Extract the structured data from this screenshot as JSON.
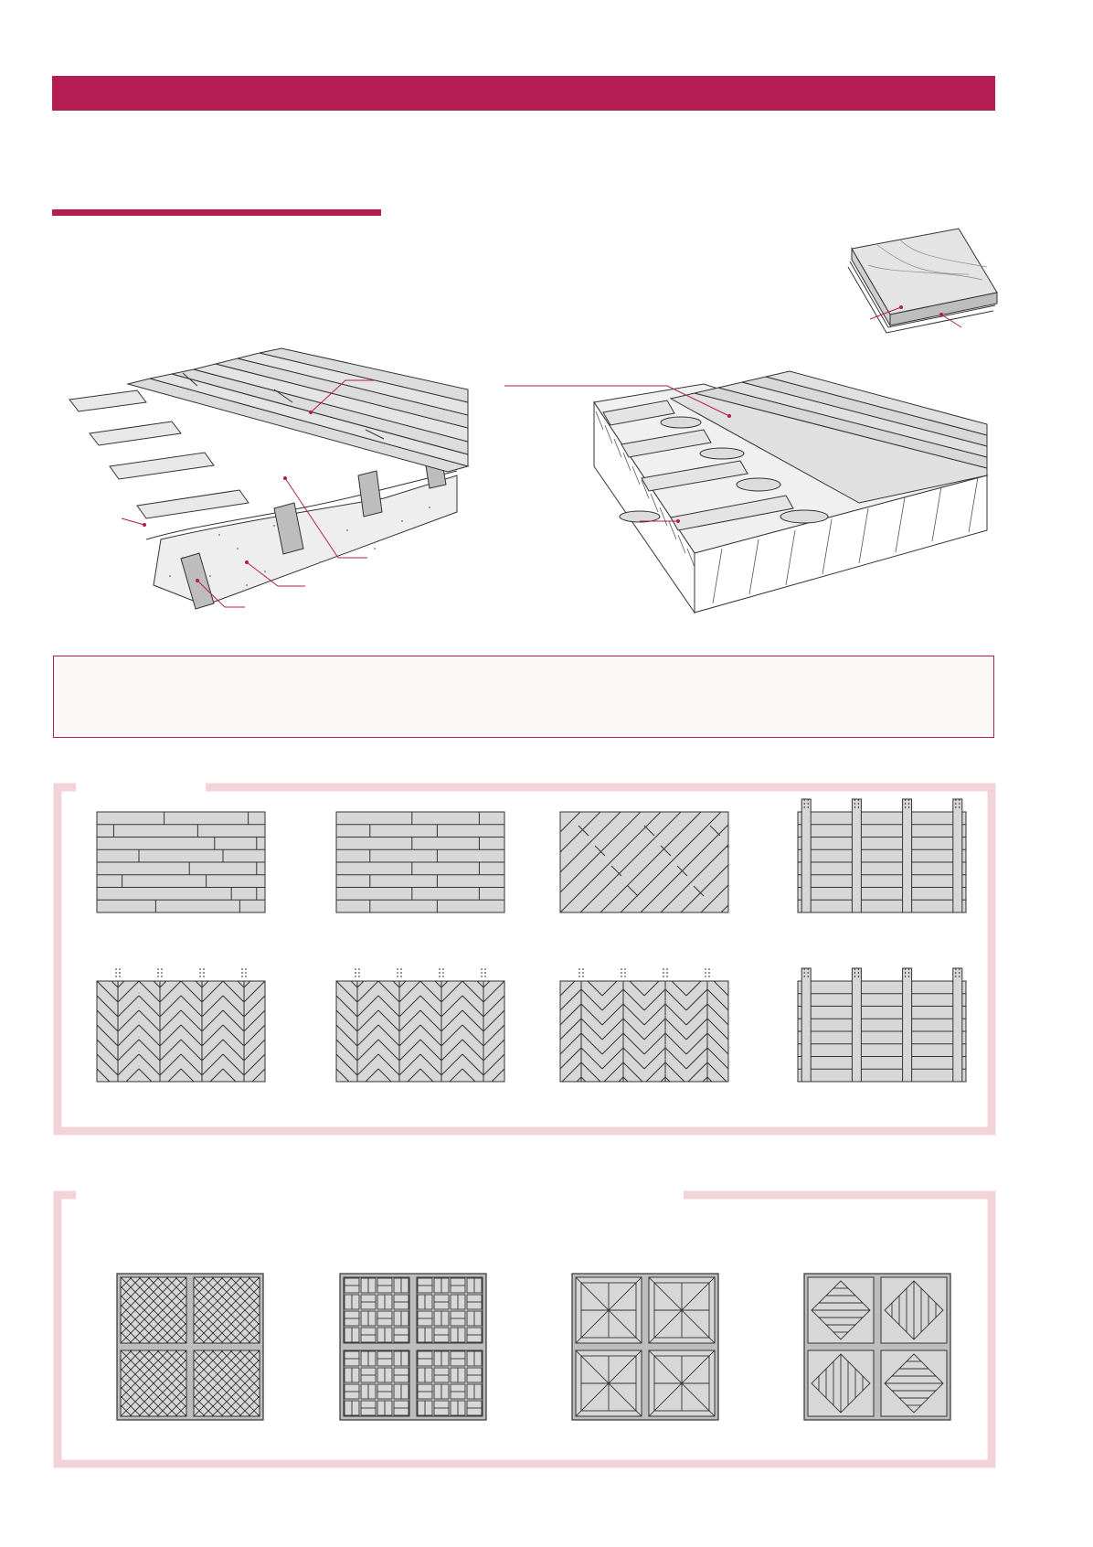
{
  "colors": {
    "accent": "#b51c52",
    "frame": "#f1d3d9",
    "wood": "#d7d7d7",
    "wood_dark": "#bdbdbd",
    "line": "#333333",
    "note_bg": "#faf9f8"
  },
  "figures": {
    "plank_layer_detail": {
      "icon": "layered-board-icon"
    },
    "floor_on_joists_insulated": {
      "icon": "timber-floor-cutaway-icon"
    },
    "floor_on_sleepers_mortar": {
      "icon": "sleeper-floor-cutaway-icon"
    }
  },
  "strip_patterns": {
    "count": 8,
    "names": [
      "irregular-bond-pattern",
      "regular-bond-pattern",
      "diagonal-pattern",
      "ladder-pattern",
      "chevron-pattern",
      "herringbone-with-strips-pattern",
      "double-herringbone-pattern",
      "chevron-strip-pattern"
    ]
  },
  "panel_patterns": {
    "count": 4,
    "names": [
      "diagonal-weave-panel",
      "basket-weave-panel",
      "pinwheel-panel",
      "diamond-panel"
    ]
  }
}
